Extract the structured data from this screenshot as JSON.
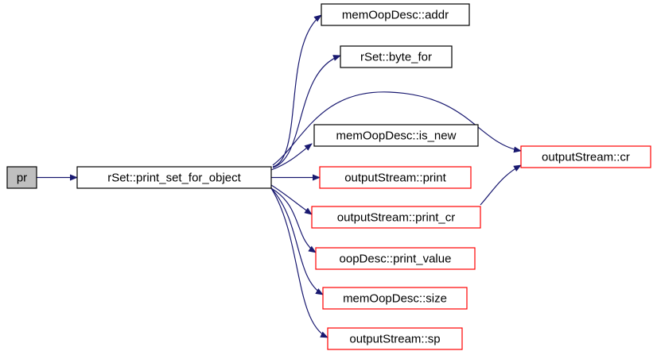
{
  "colors": {
    "edge": "#191970",
    "box_border_plain": "#000000",
    "box_border_link": "#ff0000",
    "box_fill": "#ffffff",
    "box_fill_root": "#bfbfbf",
    "text": "#000000"
  },
  "nodes": [
    {
      "id": "pr",
      "label": "pr",
      "style": "root"
    },
    {
      "id": "print_set_for_object",
      "label": "rSet::print_set_for_object",
      "style": "plain"
    },
    {
      "id": "addr",
      "label": "memOopDesc::addr",
      "style": "plain"
    },
    {
      "id": "byte_for",
      "label": "rSet::byte_for",
      "style": "plain"
    },
    {
      "id": "is_new",
      "label": "memOopDesc::is_new",
      "style": "plain"
    },
    {
      "id": "print",
      "label": "outputStream::print",
      "style": "link"
    },
    {
      "id": "print_cr",
      "label": "outputStream::print_cr",
      "style": "link"
    },
    {
      "id": "print_value",
      "label": "oopDesc::print_value",
      "style": "link"
    },
    {
      "id": "size",
      "label": "memOopDesc::size",
      "style": "link"
    },
    {
      "id": "sp",
      "label": "outputStream::sp",
      "style": "link"
    },
    {
      "id": "cr",
      "label": "outputStream::cr",
      "style": "link"
    }
  ],
  "edges": [
    {
      "from": "pr",
      "to": "print_set_for_object"
    },
    {
      "from": "print_set_for_object",
      "to": "addr"
    },
    {
      "from": "print_set_for_object",
      "to": "byte_for"
    },
    {
      "from": "print_set_for_object",
      "to": "cr"
    },
    {
      "from": "print_set_for_object",
      "to": "is_new"
    },
    {
      "from": "print_set_for_object",
      "to": "print"
    },
    {
      "from": "print_set_for_object",
      "to": "print_cr"
    },
    {
      "from": "print_set_for_object",
      "to": "print_value"
    },
    {
      "from": "print_set_for_object",
      "to": "size"
    },
    {
      "from": "print_set_for_object",
      "to": "sp"
    },
    {
      "from": "print_cr",
      "to": "cr"
    }
  ]
}
